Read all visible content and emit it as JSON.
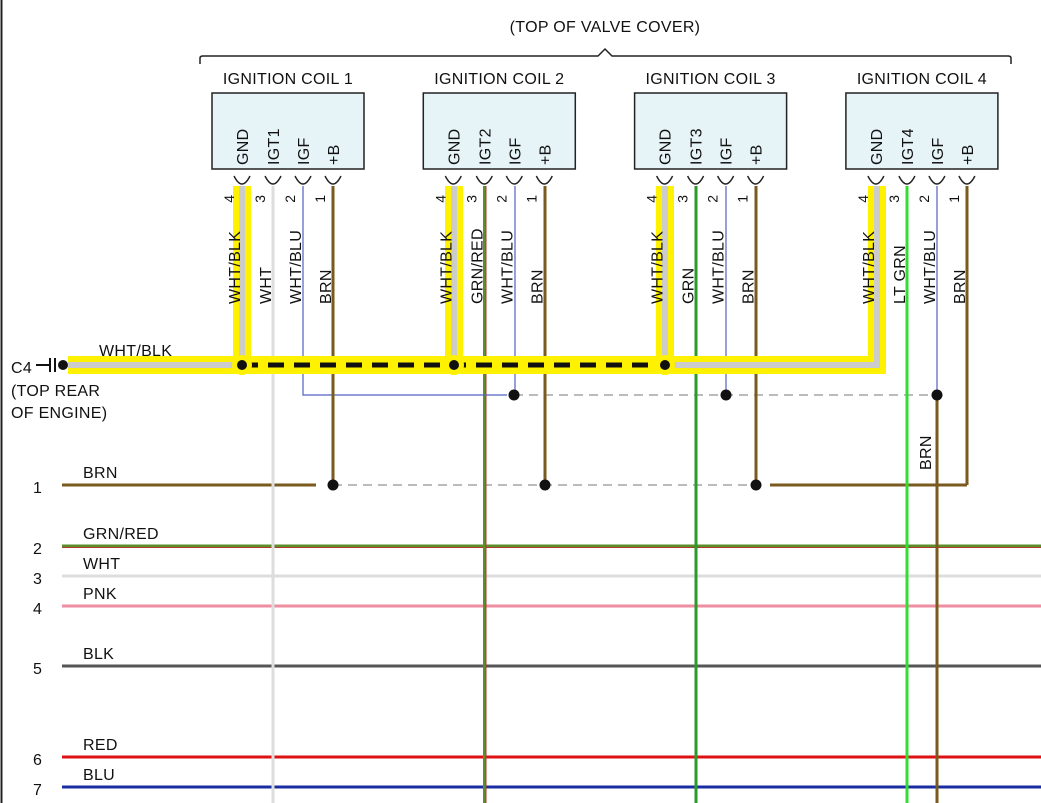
{
  "header": {
    "title": "(TOP OF VALVE COVER)"
  },
  "ground": {
    "connector": "C4",
    "location_line1": "(TOP REAR",
    "location_line2": "OF ENGINE)",
    "wire_label": "WHT/BLK",
    "wire_color": "#fff200"
  },
  "coils": [
    {
      "name": "IGNITION COIL 1",
      "pins": [
        {
          "num": "4",
          "name": "GND",
          "wire": "WHT/BLK"
        },
        {
          "num": "3",
          "name": "IGT1",
          "wire": "WHT"
        },
        {
          "num": "2",
          "name": "IGF",
          "wire": "WHT/BLU"
        },
        {
          "num": "1",
          "name": "+B",
          "wire": "BRN"
        }
      ]
    },
    {
      "name": "IGNITION COIL 2",
      "pins": [
        {
          "num": "4",
          "name": "GND",
          "wire": "WHT/BLK"
        },
        {
          "num": "3",
          "name": "IGT2",
          "wire": "GRN/RED"
        },
        {
          "num": "2",
          "name": "IGF",
          "wire": "WHT/BLU"
        },
        {
          "num": "1",
          "name": "+B",
          "wire": "BRN"
        }
      ]
    },
    {
      "name": "IGNITION COIL 3",
      "pins": [
        {
          "num": "4",
          "name": "GND",
          "wire": "WHT/BLK"
        },
        {
          "num": "3",
          "name": "IGT3",
          "wire": "GRN"
        },
        {
          "num": "2",
          "name": "IGF",
          "wire": "WHT/BLU"
        },
        {
          "num": "1",
          "name": "+B",
          "wire": "BRN"
        }
      ]
    },
    {
      "name": "IGNITION COIL 4",
      "pins": [
        {
          "num": "4",
          "name": "GND",
          "wire": "WHT/BLK"
        },
        {
          "num": "3",
          "name": "IGT4",
          "wire": "LT GRN"
        },
        {
          "num": "2",
          "name": "IGF",
          "wire": "WHT/BLU"
        },
        {
          "num": "1",
          "name": "+B",
          "wire": "BRN"
        }
      ]
    }
  ],
  "splice_labels": {
    "brn_vertical": "BRN"
  },
  "rows": [
    {
      "num": "1",
      "label": "BRN",
      "color": "#7a5a1e"
    },
    {
      "num": "2",
      "label": "GRN/RED",
      "color": "#5a8f2a"
    },
    {
      "num": "3",
      "label": "WHT",
      "color": "#dddddd"
    },
    {
      "num": "4",
      "label": "PNK",
      "color": "#ee8ea0"
    },
    {
      "num": "5",
      "label": "BLK",
      "color": "#555555"
    },
    {
      "num": "6",
      "label": "RED",
      "color": "#dd1111"
    },
    {
      "num": "7",
      "label": "BLU",
      "color": "#1a2da0"
    }
  ],
  "colors": {
    "brn": "#7a5a1e",
    "blu_thin": "#5060c0",
    "wht": "#dddddd",
    "grn": "#2a9a2a",
    "lt_grn": "#33dd33",
    "grn_red": "#5a8f2a",
    "coil_fill": "#e6f4f8",
    "highlight": "#fff200"
  }
}
